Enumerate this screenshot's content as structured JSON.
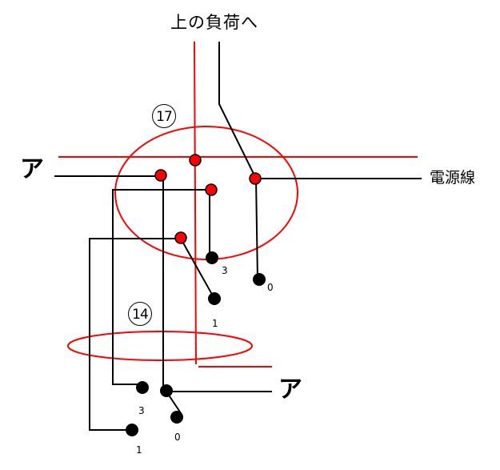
{
  "diagram": {
    "title": "上の負荷へ",
    "power_label": "電源線",
    "terminal_label_left": "ア",
    "terminal_label_right": "ア",
    "section_upper": "17",
    "section_lower": "14",
    "upper_switch_positions": {
      "pos3": "3",
      "pos0": "0",
      "pos1": "1"
    },
    "lower_switch_positions": {
      "pos3": "3",
      "pos0": "0",
      "pos1": "1"
    },
    "colors": {
      "wire": "#000000",
      "highlight": "#ff0000",
      "node_fill": "#ff0000",
      "contact_fill": "#000000"
    }
  }
}
